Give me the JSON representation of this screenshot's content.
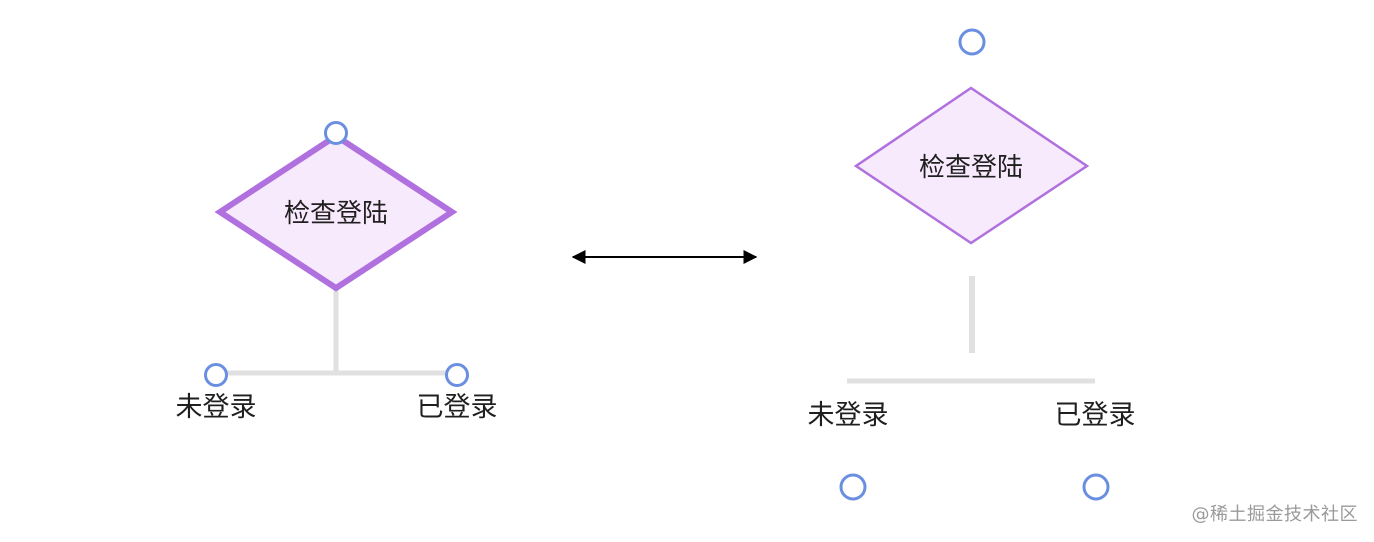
{
  "colors": {
    "diamond_fill": "#f8eafd",
    "diamond_stroke": "#b071de",
    "connector_ring": "#6b8fe0",
    "line": "#e0e0e0",
    "arrow": "#000000",
    "watermark": "#9a9a9a"
  },
  "left_diagram": {
    "decision_label": "检查登陆",
    "branch_left_label": "未登录",
    "branch_right_label": "已登录"
  },
  "right_diagram": {
    "decision_label": "检查登陆",
    "branch_left_label": "未登录",
    "branch_right_label": "已登录"
  },
  "watermark": "@稀土掘金技术社区"
}
